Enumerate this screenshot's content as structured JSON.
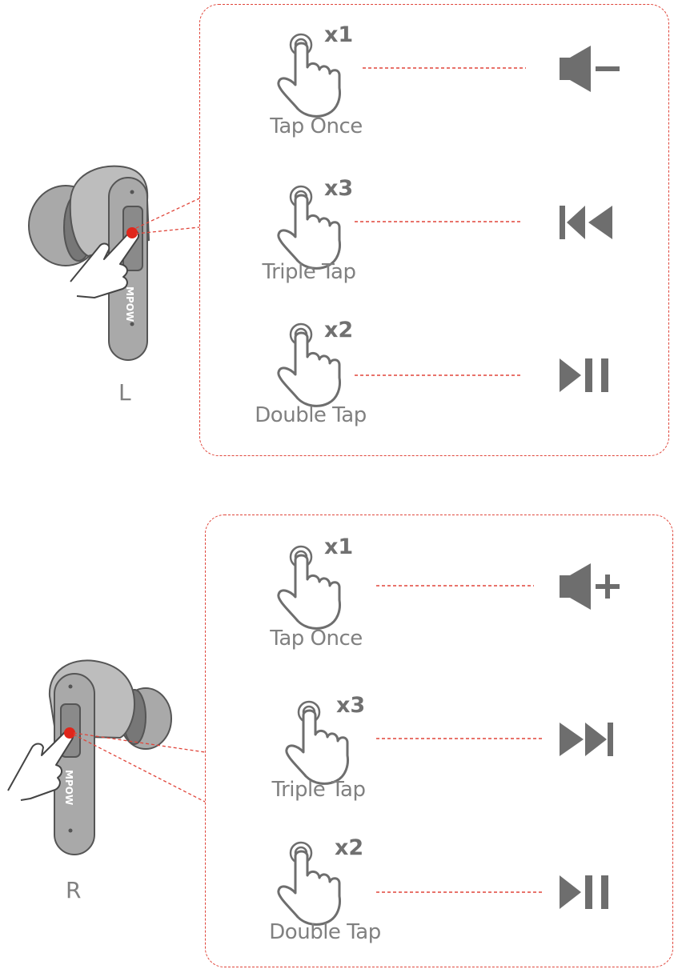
{
  "left": {
    "side_label": "L",
    "brand": "MPOW",
    "gestures": [
      {
        "count": "x1",
        "label": "Tap Once",
        "action_icon": "volume-down-icon"
      },
      {
        "count": "x3",
        "label": "Triple Tap",
        "action_icon": "previous-track-icon"
      },
      {
        "count": "x2",
        "label": "Double Tap",
        "action_icon": "play-pause-icon"
      }
    ]
  },
  "right": {
    "side_label": "R",
    "brand": "MPOW",
    "gestures": [
      {
        "count": "x1",
        "label": "Tap Once",
        "action_icon": "volume-up-icon"
      },
      {
        "count": "x3",
        "label": "Triple Tap",
        "action_icon": "next-track-icon"
      },
      {
        "count": "x2",
        "label": "Double Tap",
        "action_icon": "play-pause-icon"
      }
    ]
  },
  "colors": {
    "accent": "#e0453a",
    "icon": "#6e6e6e",
    "text": "#808080",
    "bud": "#a9a9a9"
  }
}
